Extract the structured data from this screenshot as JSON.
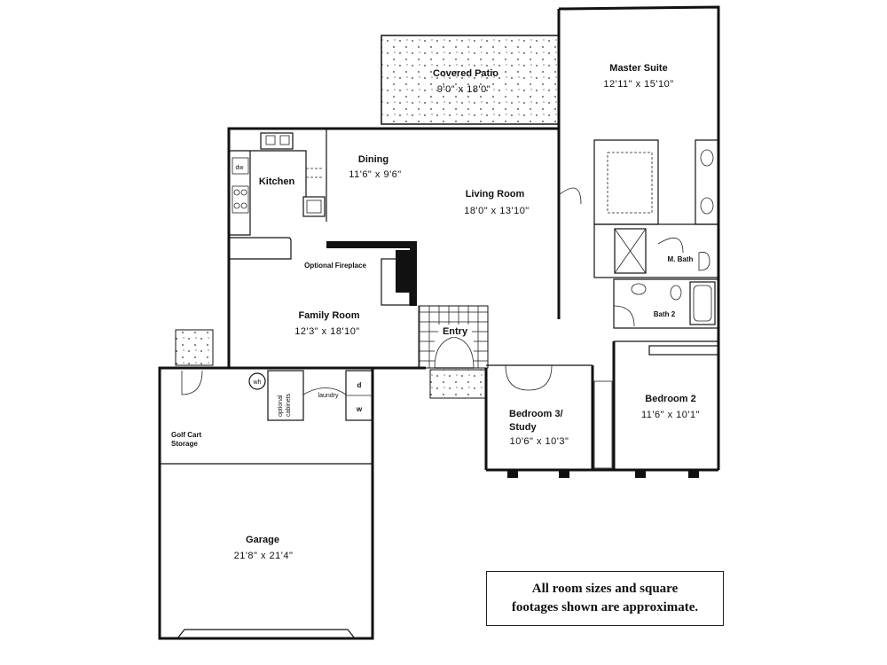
{
  "rooms": {
    "covered_patio": {
      "name": "Covered Patio",
      "dims": "9'0\" x 18'0\""
    },
    "master_suite": {
      "name": "Master  Suite",
      "dims": "12'11\" x 15'10\""
    },
    "dining": {
      "name": "Dining",
      "dims": "11'6\" x 9'6\""
    },
    "kitchen": {
      "name": "Kitchen"
    },
    "living_room": {
      "name": "Living Room",
      "dims": "18'0\" x 13'10\""
    },
    "optional_fireplace": {
      "name": "Optional Fireplace"
    },
    "family_room": {
      "name": "Family Room",
      "dims": "12'3\" x 18'10\""
    },
    "entry": {
      "name": "Entry"
    },
    "m_bath": {
      "name": "M. Bath"
    },
    "bath2": {
      "name": "Bath 2"
    },
    "bedroom3": {
      "name_line1": "Bedroom 3/",
      "name_line2": "Study",
      "dims": "10'6\" x 10'3\""
    },
    "bedroom2": {
      "name": "Bedroom 2",
      "dims": "11'6\" x 10'1\""
    },
    "golf_cart": {
      "name_line1": "Golf Cart",
      "name_line2": "Storage"
    },
    "garage": {
      "name": "Garage",
      "dims": "21'8\" x 21'4\""
    },
    "laundry": {
      "name": "laundry"
    }
  },
  "fixtures": {
    "dw": "dw",
    "wh": "wh",
    "optional_cabinets_line1": "optional",
    "optional_cabinets_line2": "cabinets",
    "dryer": "d",
    "washer": "w"
  },
  "note": {
    "line1": "All room sizes and square",
    "line2": "footages shown are approximate."
  }
}
